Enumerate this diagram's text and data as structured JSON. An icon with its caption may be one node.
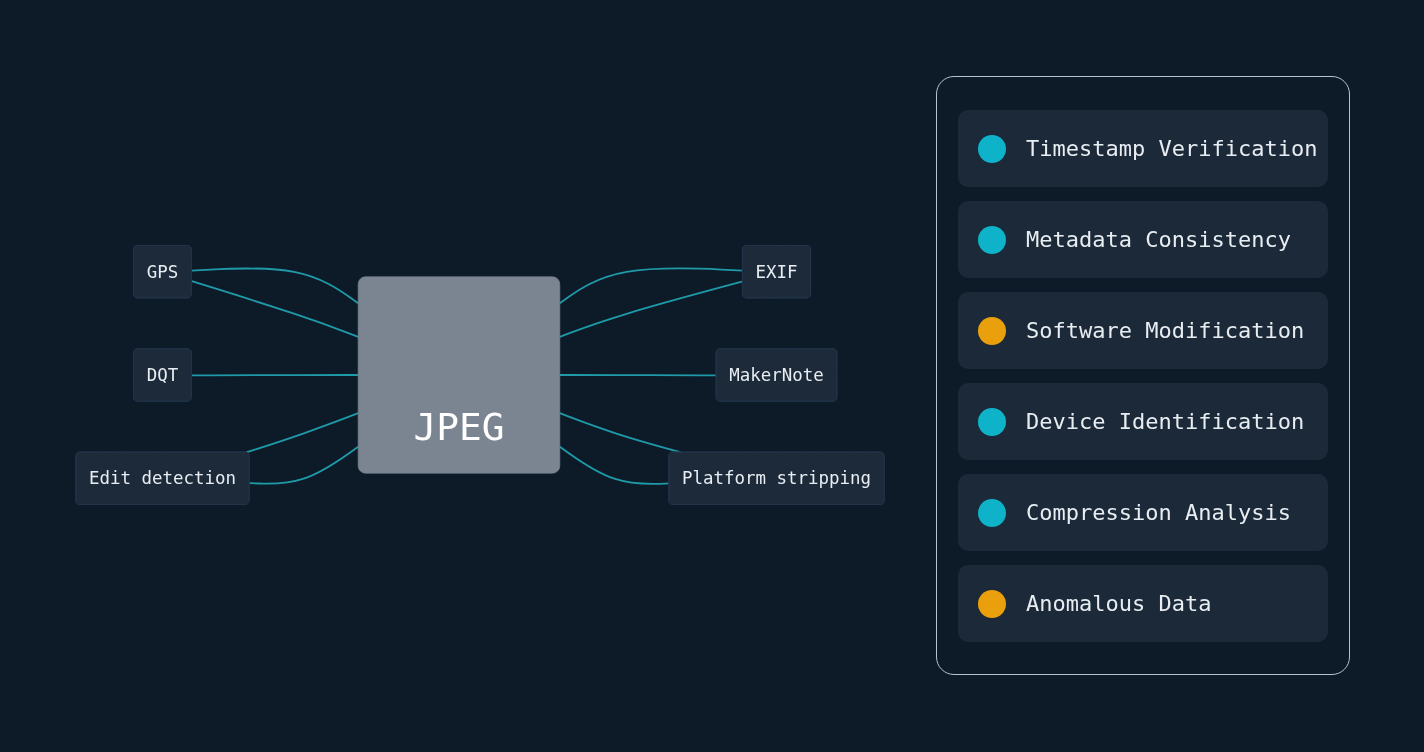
{
  "diagram": {
    "nodes": [
      {
        "text": [
          "GPS"
        ]
      },
      {
        "text": [
          "EXIF"
        ]
      },
      {
        "text": [
          "JPEG"
        ]
      },
      {
        "text": [
          "DQT"
        ]
      },
      {
        "text": [
          "MakerNote"
        ]
      },
      {
        "text": [
          "Edit detection"
        ]
      },
      {
        "text": [
          "Platform stripping"
        ]
      }
    ],
    "edges": [
      {
        "from": 0,
        "to": 2,
        "arrow": "none"
      },
      {
        "from": 0,
        "to": 2,
        "arrow": "none"
      },
      {
        "from": 2,
        "to": 1,
        "arrow": "none"
      },
      {
        "from": 2,
        "to": 1,
        "arrow": "none"
      },
      {
        "from": 3,
        "to": 2,
        "arrow": "none"
      },
      {
        "from": 2,
        "to": 4,
        "arrow": "none"
      },
      {
        "from": 5,
        "to": 2,
        "arrow": "none"
      },
      {
        "from": 5,
        "to": 2,
        "arrow": "none"
      },
      {
        "from": 2,
        "to": 6,
        "arrow": "none"
      },
      {
        "from": 2,
        "to": 6,
        "arrow": "none"
      }
    ],
    "legend": [
      {
        "text": "Timestamp Verification",
        "color": "#0fb3c9"
      },
      {
        "text": "Metadata Consistency",
        "color": "#0fb3c9"
      },
      {
        "text": "Software Modification",
        "color": "#eaa00c"
      },
      {
        "text": "Device Identification",
        "color": "#0fb3c9"
      },
      {
        "text": "Compression Analysis",
        "color": "#0fb3c9"
      },
      {
        "text": "Anomalous Data",
        "color": "#eaa00c"
      }
    ]
  }
}
